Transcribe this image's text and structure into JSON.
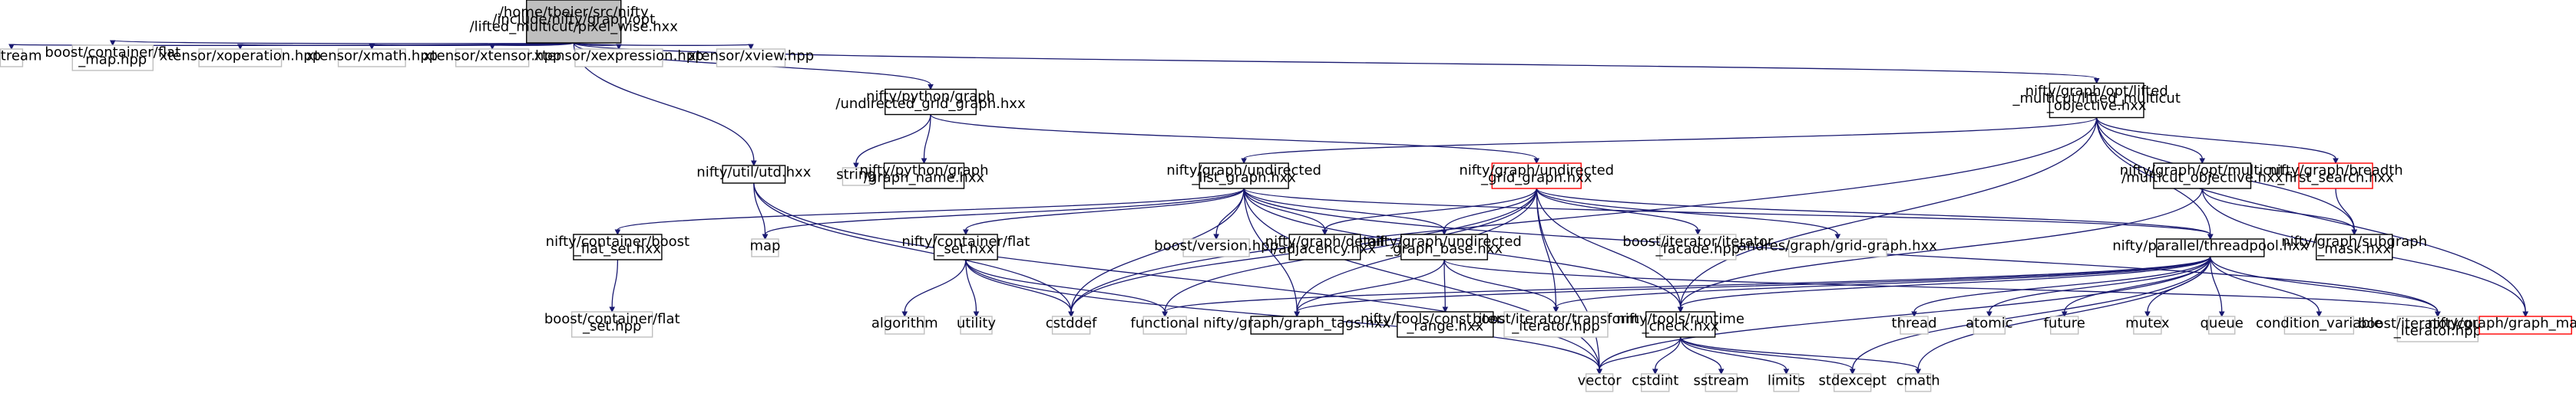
{
  "colors": {
    "edge": "#191970",
    "root_fill": "#bfbfbf",
    "box_border_black": "#000000",
    "box_border_grey": "#bfbfbf",
    "box_border_red": "#ff0000",
    "text": "#000000"
  },
  "nodes": [
    {
      "id": "root",
      "lines": [
        "/home/tbeier/src/nifty",
        "/include/nifty/graph/opt",
        "/lifted_multicut/pixel_wise.hxx"
      ],
      "style": "root"
    },
    {
      "id": "iostream",
      "lines": [
        "iostream"
      ],
      "style": "grey"
    },
    {
      "id": "flat_map",
      "lines": [
        "boost/container/flat",
        "_map.hpp"
      ],
      "style": "grey"
    },
    {
      "id": "xoperation",
      "lines": [
        "xtensor/xoperation.hpp"
      ],
      "style": "grey"
    },
    {
      "id": "xmath",
      "lines": [
        "xtensor/xmath.hpp"
      ],
      "style": "grey"
    },
    {
      "id": "xtensor",
      "lines": [
        "xtensor/xtensor.hpp"
      ],
      "style": "grey"
    },
    {
      "id": "xexpression",
      "lines": [
        "xtensor/xexpression.hpp"
      ],
      "style": "grey"
    },
    {
      "id": "xview",
      "lines": [
        "xtensor/xview.hpp"
      ],
      "style": "grey"
    },
    {
      "id": "py_grid",
      "lines": [
        "nifty/python/graph",
        "/undirected_grid_graph.hxx"
      ],
      "style": "black"
    },
    {
      "id": "utd",
      "lines": [
        "nifty/util/utd.hxx"
      ],
      "style": "black"
    },
    {
      "id": "lmc_obj",
      "lines": [
        "nifty/graph/opt/lifted",
        "_multicut/lifted_multicut",
        "_objective.hxx"
      ],
      "style": "black"
    },
    {
      "id": "string",
      "lines": [
        "string"
      ],
      "style": "grey"
    },
    {
      "id": "graph_name",
      "lines": [
        "nifty/python/graph",
        "/graph_name.hxx"
      ],
      "style": "black"
    },
    {
      "id": "ulg",
      "lines": [
        "nifty/graph/undirected",
        "_list_graph.hxx"
      ],
      "style": "black"
    },
    {
      "id": "ugg",
      "lines": [
        "nifty/graph/undirected",
        "_grid_graph.hxx"
      ],
      "style": "red"
    },
    {
      "id": "mc_obj",
      "lines": [
        "nifty/graph/opt/multicut",
        "/multicut_objective.hxx"
      ],
      "style": "black"
    },
    {
      "id": "bfs",
      "lines": [
        "nifty/graph/breadth",
        "_first_search.hxx"
      ],
      "style": "red"
    },
    {
      "id": "cont_flat_set",
      "lines": [
        "nifty/container/boost",
        "_flat_set.hxx"
      ],
      "style": "black"
    },
    {
      "id": "map",
      "lines": [
        "map"
      ],
      "style": "grey"
    },
    {
      "id": "nflat_set",
      "lines": [
        "nifty/container/flat",
        "_set.hxx"
      ],
      "style": "black"
    },
    {
      "id": "boost_version",
      "lines": [
        "boost/version.hpp"
      ],
      "style": "grey"
    },
    {
      "id": "adjacency",
      "lines": [
        "nifty/graph/detail",
        "/adjacency.hxx"
      ],
      "style": "black"
    },
    {
      "id": "ugb",
      "lines": [
        "nifty/graph/undirected",
        "_graph_base.hxx"
      ],
      "style": "black"
    },
    {
      "id": "iter_facade",
      "lines": [
        "boost/iterator/iterator",
        "_facade.hpp"
      ],
      "style": "grey"
    },
    {
      "id": "andres",
      "lines": [
        "andres/graph/grid-graph.hxx"
      ],
      "style": "grey"
    },
    {
      "id": "threadpool",
      "lines": [
        "nifty/parallel/threadpool.hxx"
      ],
      "style": "black"
    },
    {
      "id": "subgraph_mask",
      "lines": [
        "nifty/graph/subgraph",
        "_mask.hxx"
      ],
      "style": "black"
    },
    {
      "id": "bflat_set",
      "lines": [
        "boost/container/flat",
        "_set.hpp"
      ],
      "style": "grey"
    },
    {
      "id": "algorithm",
      "lines": [
        "algorithm"
      ],
      "style": "grey"
    },
    {
      "id": "utility",
      "lines": [
        "utility"
      ],
      "style": "grey"
    },
    {
      "id": "cstddef",
      "lines": [
        "cstddef"
      ],
      "style": "grey"
    },
    {
      "id": "functional",
      "lines": [
        "functional"
      ],
      "style": "grey"
    },
    {
      "id": "graph_tags",
      "lines": [
        "nifty/graph/graph_tags.hxx"
      ],
      "style": "black"
    },
    {
      "id": "const_iter",
      "lines": [
        "nifty/tools/const_iterator",
        "_range.hxx"
      ],
      "style": "black"
    },
    {
      "id": "transform_iter",
      "lines": [
        "boost/iterator/transform",
        "_iterator.hpp"
      ],
      "style": "grey"
    },
    {
      "id": "runtime_check",
      "lines": [
        "nifty/tools/runtime",
        "_check.hxx"
      ],
      "style": "black"
    },
    {
      "id": "thread",
      "lines": [
        "thread"
      ],
      "style": "grey"
    },
    {
      "id": "atomic",
      "lines": [
        "atomic"
      ],
      "style": "grey"
    },
    {
      "id": "future",
      "lines": [
        "future"
      ],
      "style": "grey"
    },
    {
      "id": "mutex",
      "lines": [
        "mutex"
      ],
      "style": "grey"
    },
    {
      "id": "queue",
      "lines": [
        "queue"
      ],
      "style": "grey"
    },
    {
      "id": "cond_var",
      "lines": [
        "condition_variable"
      ],
      "style": "grey"
    },
    {
      "id": "counting_iter",
      "lines": [
        "boost/iterator/counting",
        "_iterator.hpp"
      ],
      "style": "grey"
    },
    {
      "id": "graph_maps",
      "lines": [
        "nifty/graph/graph_maps.hxx"
      ],
      "style": "red"
    },
    {
      "id": "vector",
      "lines": [
        "vector"
      ],
      "style": "grey"
    },
    {
      "id": "cstdint",
      "lines": [
        "cstdint"
      ],
      "style": "grey"
    },
    {
      "id": "sstream",
      "lines": [
        "sstream"
      ],
      "style": "grey"
    },
    {
      "id": "limits",
      "lines": [
        "limits"
      ],
      "style": "grey"
    },
    {
      "id": "stdexcept",
      "lines": [
        "stdexcept"
      ],
      "style": "grey"
    },
    {
      "id": "cmath",
      "lines": [
        "cmath"
      ],
      "style": "grey"
    }
  ],
  "edges": [
    [
      "root",
      "iostream"
    ],
    [
      "root",
      "flat_map"
    ],
    [
      "root",
      "xoperation"
    ],
    [
      "root",
      "xmath"
    ],
    [
      "root",
      "xtensor"
    ],
    [
      "root",
      "xexpression"
    ],
    [
      "root",
      "xview"
    ],
    [
      "root",
      "py_grid"
    ],
    [
      "root",
      "utd"
    ],
    [
      "root",
      "lmc_obj"
    ],
    [
      "py_grid",
      "string"
    ],
    [
      "py_grid",
      "graph_name"
    ],
    [
      "py_grid",
      "ugg"
    ],
    [
      "utd",
      "map"
    ],
    [
      "utd",
      "cstddef"
    ],
    [
      "utd",
      "vector"
    ],
    [
      "lmc_obj",
      "ulg"
    ],
    [
      "lmc_obj",
      "cstddef"
    ],
    [
      "lmc_obj",
      "mc_obj"
    ],
    [
      "lmc_obj",
      "bfs"
    ],
    [
      "lmc_obj",
      "subgraph_mask"
    ],
    [
      "lmc_obj",
      "threadpool"
    ],
    [
      "lmc_obj",
      "runtime_check"
    ],
    [
      "lmc_obj",
      "graph_maps"
    ],
    [
      "ulg",
      "cont_flat_set"
    ],
    [
      "ulg",
      "map"
    ],
    [
      "ulg",
      "nflat_set"
    ],
    [
      "ulg",
      "boost_version"
    ],
    [
      "ulg",
      "adjacency"
    ],
    [
      "ulg",
      "ugb"
    ],
    [
      "ulg",
      "cstddef"
    ],
    [
      "ulg",
      "graph_tags"
    ],
    [
      "ulg",
      "runtime_check"
    ],
    [
      "ulg",
      "threadpool"
    ],
    [
      "ulg",
      "counting_iter"
    ],
    [
      "ulg",
      "vector"
    ],
    [
      "ugg",
      "adjacency"
    ],
    [
      "ugg",
      "ugb"
    ],
    [
      "ugg",
      "iter_facade"
    ],
    [
      "ugg",
      "andres"
    ],
    [
      "ugg",
      "graph_tags"
    ],
    [
      "ugg",
      "transform_iter"
    ],
    [
      "ugg",
      "runtime_check"
    ],
    [
      "ugg",
      "threadpool"
    ],
    [
      "ugg",
      "vector"
    ],
    [
      "ugg",
      "cstddef"
    ],
    [
      "ugg",
      "functional"
    ],
    [
      "mc_obj",
      "subgraph_mask"
    ],
    [
      "mc_obj",
      "runtime_check"
    ],
    [
      "mc_obj",
      "graph_maps"
    ],
    [
      "bfs",
      "subgraph_mask"
    ],
    [
      "cont_flat_set",
      "bflat_set"
    ],
    [
      "nflat_set",
      "algorithm"
    ],
    [
      "nflat_set",
      "utility"
    ],
    [
      "nflat_set",
      "cstddef"
    ],
    [
      "nflat_set",
      "functional"
    ],
    [
      "nflat_set",
      "vector"
    ],
    [
      "ugb",
      "graph_tags"
    ],
    [
      "ugb",
      "const_iter"
    ],
    [
      "ugb",
      "transform_iter"
    ],
    [
      "ugb",
      "counting_iter"
    ],
    [
      "threadpool",
      "thread"
    ],
    [
      "threadpool",
      "atomic"
    ],
    [
      "threadpool",
      "future"
    ],
    [
      "threadpool",
      "mutex"
    ],
    [
      "threadpool",
      "queue"
    ],
    [
      "threadpool",
      "cond_var"
    ],
    [
      "threadpool",
      "runtime_check"
    ],
    [
      "threadpool",
      "functional"
    ],
    [
      "threadpool",
      "vector"
    ],
    [
      "threadpool",
      "stdexcept"
    ],
    [
      "threadpool",
      "cmath"
    ],
    [
      "threadpool",
      "counting_iter"
    ],
    [
      "threadpool",
      "transform_iter"
    ],
    [
      "threadpool",
      "graph_tags"
    ],
    [
      "runtime_check",
      "vector"
    ],
    [
      "runtime_check",
      "cstdint"
    ],
    [
      "runtime_check",
      "sstream"
    ],
    [
      "runtime_check",
      "limits"
    ],
    [
      "runtime_check",
      "stdexcept"
    ],
    [
      "runtime_check",
      "cmath"
    ]
  ]
}
